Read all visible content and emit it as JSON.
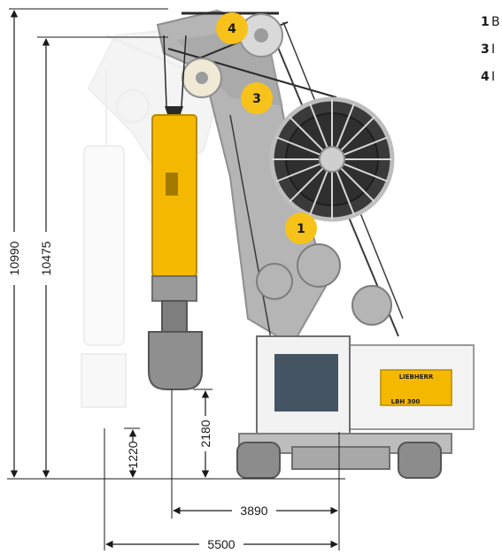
{
  "dimensions": {
    "height_total": "10990",
    "height_hook": "10475",
    "ground_clearance": "1220",
    "lift_height": "2180",
    "reach_near": "3890",
    "reach_far": "5500"
  },
  "badges": [
    {
      "number": "4"
    },
    {
      "number": "3"
    },
    {
      "number": "1"
    }
  ],
  "legend": {
    "items": [
      {
        "number": "1",
        "label": "B"
      },
      {
        "number": "3",
        "label": "I"
      },
      {
        "number": "4",
        "label": "I"
      }
    ]
  },
  "machine": {
    "brand": "LIEBHERR",
    "model": "LBH 300"
  },
  "colors": {
    "accent_yellow": "#f5b800",
    "badge_yellow": "#f7c21a",
    "mast_gray": "#a9a9a9",
    "dark": "#2a2a2a"
  }
}
